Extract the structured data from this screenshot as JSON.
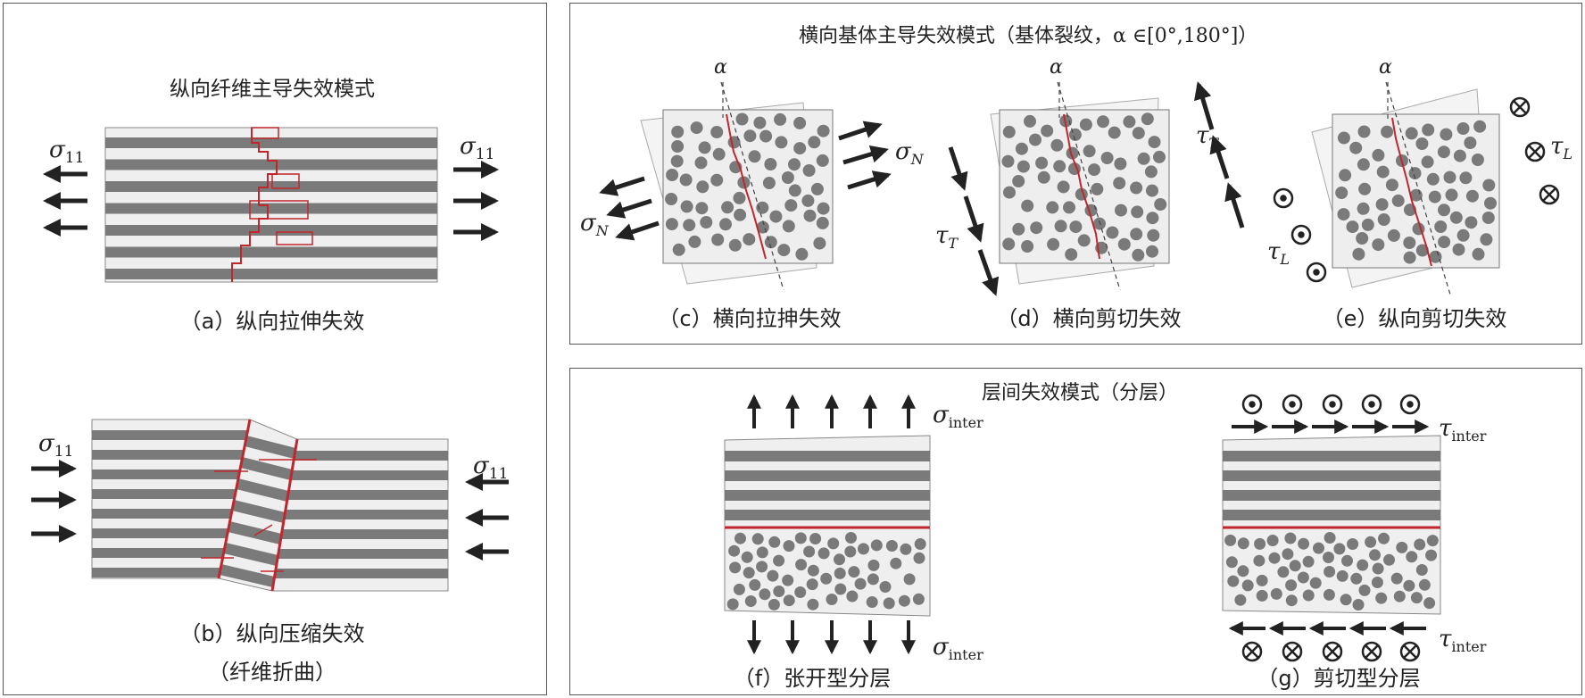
{
  "panel_left": {
    "title": "纵向纤维主导失效模式",
    "caption_a": "（a）纵向拉伸失效",
    "caption_b": "（b）纵向压缩失效",
    "caption_b2": "（纤维折曲）",
    "sigma_11": "σ",
    "sub_11": "11"
  },
  "panel_matrix": {
    "title": "横向基体主导失效模式（基体裂纹，",
    "title_range": "α ∈[0°,180°]）",
    "caption_c": "（c）横向拉抻失效",
    "caption_d": "（d）横向剪切失效",
    "caption_e": "（e）纵向剪切失效",
    "alpha": "α",
    "sigma": "σ",
    "sub_N": "N",
    "tau": "τ",
    "sub_T": "T",
    "sub_L": "L"
  },
  "panel_inter": {
    "title": "层间失效模式（分层）",
    "caption_f": "（f）张开型分层",
    "caption_g": "（g）剪切型分层",
    "sigma": "σ",
    "tau": "τ",
    "sub_inter": "inter"
  },
  "colors": {
    "fiber": "#7a7a7a",
    "matrix": "#efefef",
    "crack": "#c0272d",
    "arrow": "#222222",
    "border": "#555555"
  }
}
